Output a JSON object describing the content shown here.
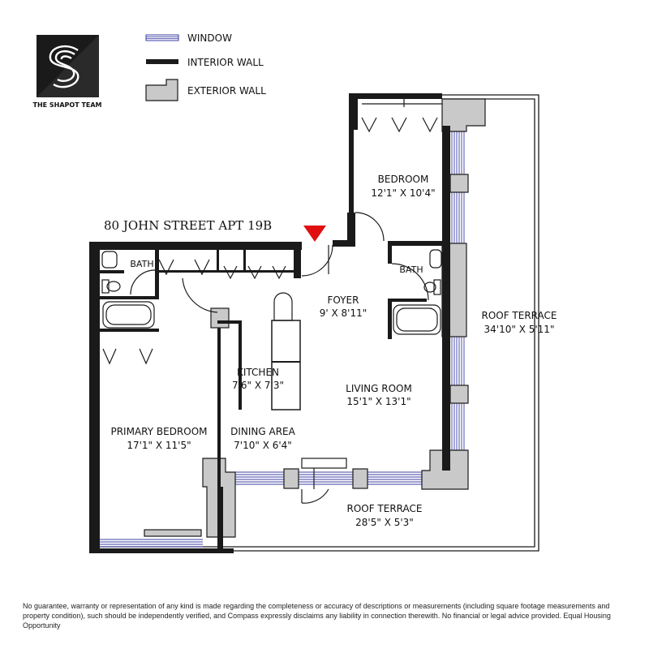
{
  "brand": {
    "name": "THE SHAPOT TEAM"
  },
  "legend": {
    "window": "WINDOW",
    "interior_wall": "INTERIOR WALL",
    "exterior_wall": "EXTERIOR WALL"
  },
  "address": "80 JOHN STREET  APT 19B",
  "rooms": {
    "bedroom": {
      "name": "BEDROOM",
      "dims": "12'1\" X 10'4\""
    },
    "bath_left": {
      "name": "BATH"
    },
    "bath_right": {
      "name": "BATH"
    },
    "foyer": {
      "name": "FOYER",
      "dims": "9' X 8'11\""
    },
    "roof_terrace_east": {
      "name": "ROOF TERRACE",
      "dims": "34'10\" X 5'11\""
    },
    "kitchen": {
      "name": "KITCHEN",
      "dims": "7'6\" X 7'3\""
    },
    "living_room": {
      "name": "LIVING ROOM",
      "dims": "15'1\" X 13'1\""
    },
    "primary_bedroom": {
      "name": "PRIMARY BEDROOM",
      "dims": "17'1\" X 11'5\""
    },
    "dining_area": {
      "name": "DINING AREA",
      "dims": "7'10\" X 6'4\""
    },
    "roof_terrace_south": {
      "name": "ROOF TERRACE",
      "dims": "28'5\" X 5'3\""
    }
  },
  "colors": {
    "wall": "#1a1a1a",
    "exterior_fill": "#c9c9c9",
    "window": "#3b3fa3",
    "entry_marker": "#e01010"
  },
  "disclaimer": "No guarantee, warranty or representation of any kind is made regarding the completeness or accuracy of descriptions or measurements (including square footage measurements and property condition), such should be independently verified, and Compass expressly disclaims any liability in connection therewith. No financial or legal advice provided. Equal Housing Opportunity"
}
